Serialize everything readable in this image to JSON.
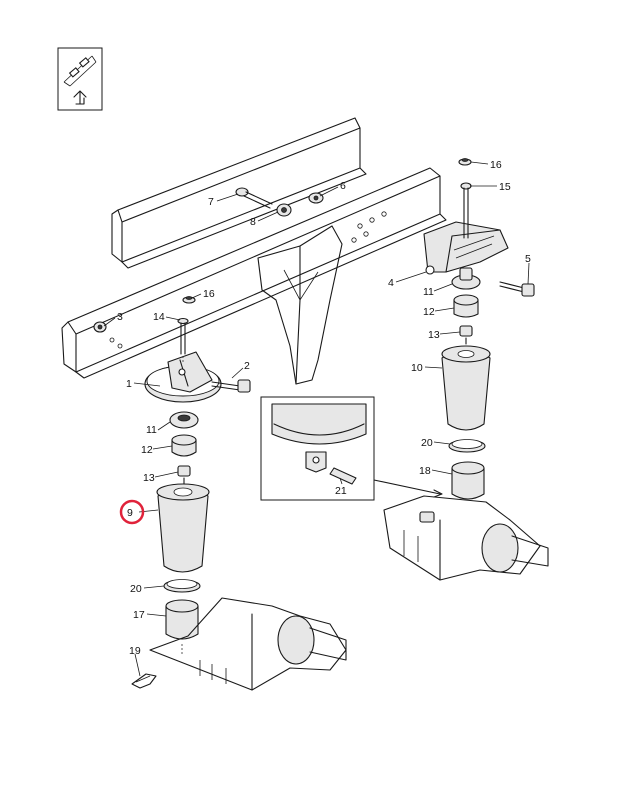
{
  "callouts": [
    {
      "label": "1"
    },
    {
      "label": "2"
    },
    {
      "label": "3"
    },
    {
      "label": "4"
    },
    {
      "label": "5"
    },
    {
      "label": "6"
    },
    {
      "label": "7"
    },
    {
      "label": "8"
    },
    {
      "label": "9"
    },
    {
      "label": "10"
    },
    {
      "label": "11"
    },
    {
      "label": "11"
    },
    {
      "label": "12"
    },
    {
      "label": "12"
    },
    {
      "label": "13"
    },
    {
      "label": "13"
    },
    {
      "label": "14"
    },
    {
      "label": "15"
    },
    {
      "label": "16"
    },
    {
      "label": "16"
    },
    {
      "label": "17"
    },
    {
      "label": "18"
    },
    {
      "label": "19"
    },
    {
      "label": "20"
    },
    {
      "label": "20"
    },
    {
      "label": "21"
    }
  ],
  "highlight": {
    "label": "9",
    "color": "#e0223a"
  },
  "colors": {
    "line": "#1a1a1a",
    "part_fill": "#e7e7e7",
    "background": "#ffffff"
  },
  "icons": {
    "view_icon": "orientation-view-icon"
  }
}
